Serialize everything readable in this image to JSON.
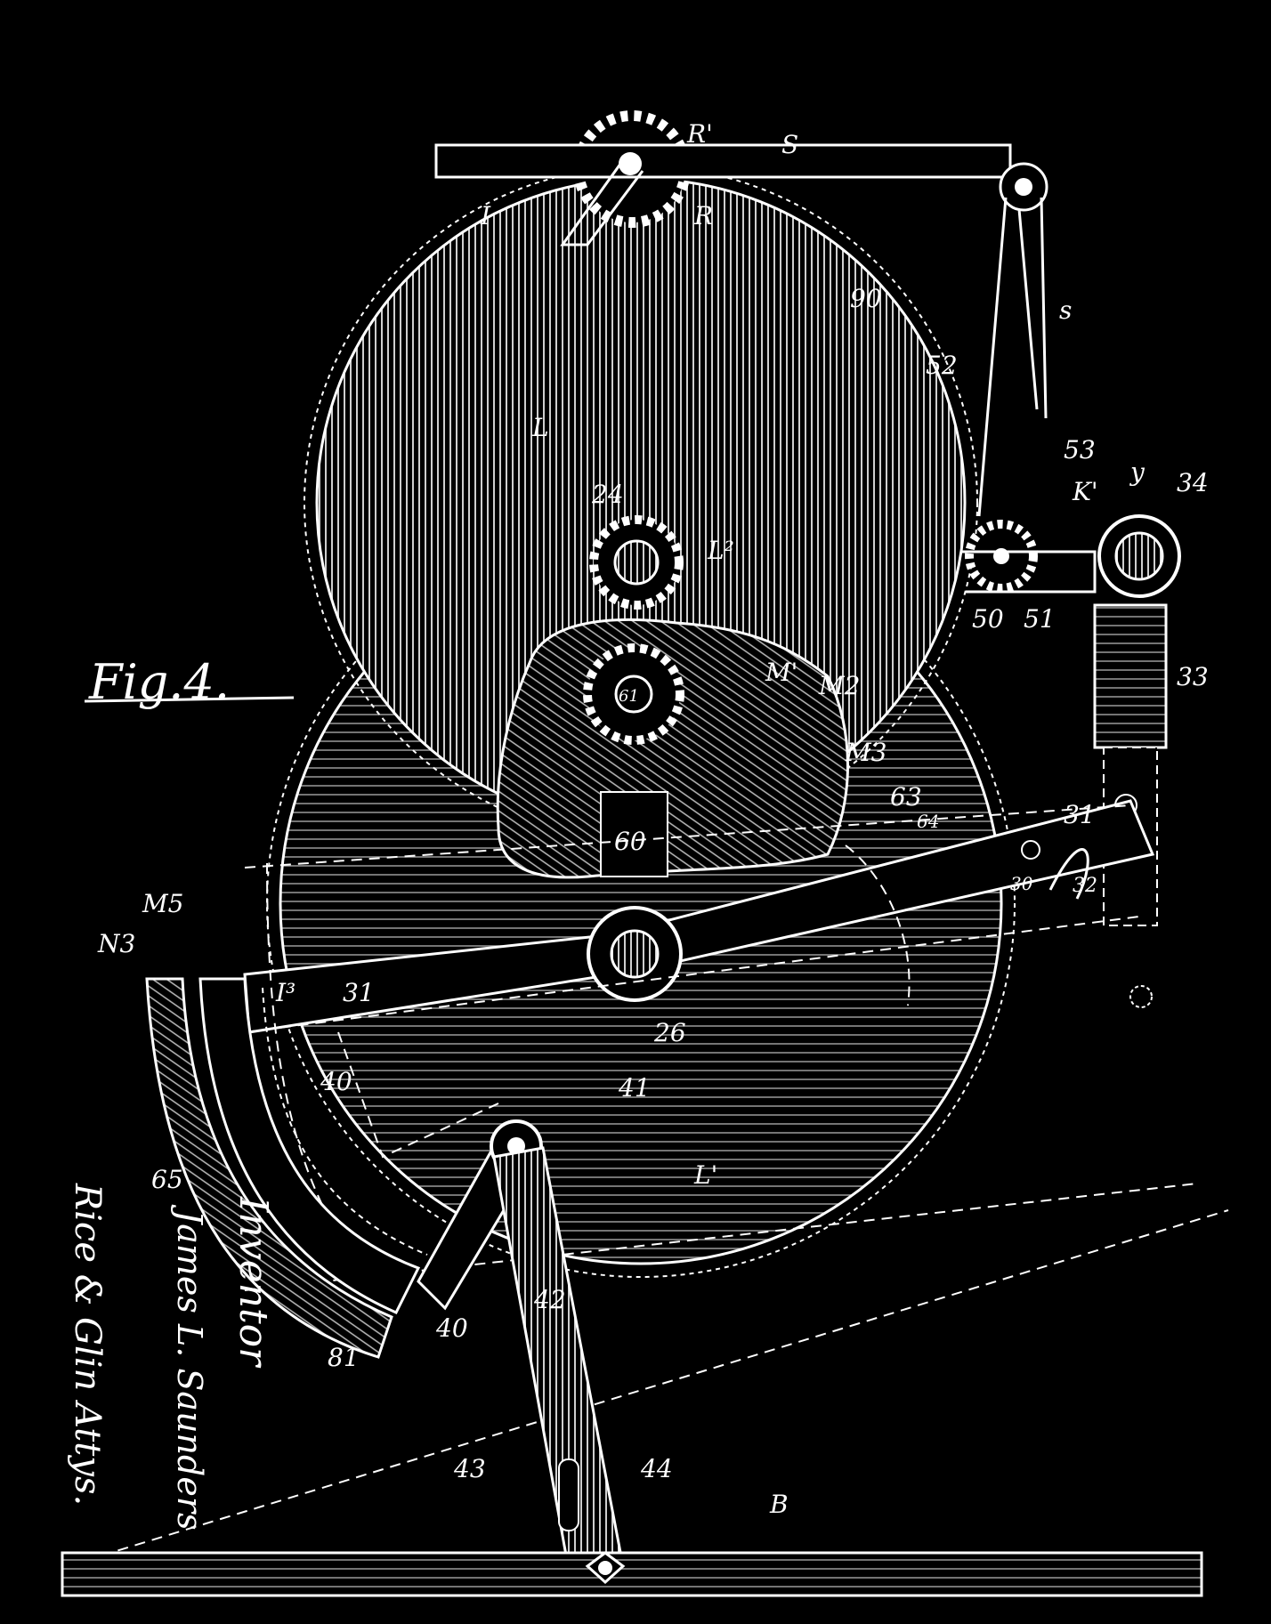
{
  "figure": {
    "title": "Fig.4."
  },
  "signature": {
    "inventor_label": "Inventor",
    "inventor_name": "James L. Saunders",
    "attorneys": "Rice & Glin Attys."
  },
  "labels": [
    {
      "id": "R1",
      "text": "R'"
    },
    {
      "id": "S",
      "text": "S"
    },
    {
      "id": "I",
      "text": "I"
    },
    {
      "id": "R",
      "text": "R"
    },
    {
      "id": "n90",
      "text": "90"
    },
    {
      "id": "n52",
      "text": "52"
    },
    {
      "id": "s",
      "text": "s"
    },
    {
      "id": "L",
      "text": "L"
    },
    {
      "id": "n24",
      "text": "24"
    },
    {
      "id": "L2",
      "text": "L²"
    },
    {
      "id": "n53",
      "text": "53"
    },
    {
      "id": "K1",
      "text": "K'"
    },
    {
      "id": "y",
      "text": "y"
    },
    {
      "id": "n34",
      "text": "34"
    },
    {
      "id": "n50",
      "text": "50"
    },
    {
      "id": "n51",
      "text": "51"
    },
    {
      "id": "n33",
      "text": "33"
    },
    {
      "id": "n61",
      "text": "61"
    },
    {
      "id": "M1",
      "text": "M'"
    },
    {
      "id": "M2",
      "text": "M2"
    },
    {
      "id": "M3",
      "text": "M3"
    },
    {
      "id": "n63",
      "text": "63"
    },
    {
      "id": "n64",
      "text": "64"
    },
    {
      "id": "n60",
      "text": "60"
    },
    {
      "id": "n31a",
      "text": "31"
    },
    {
      "id": "n30",
      "text": "30"
    },
    {
      "id": "n32",
      "text": "32"
    },
    {
      "id": "M5",
      "text": "M5"
    },
    {
      "id": "N3",
      "text": "N3"
    },
    {
      "id": "I3",
      "text": "I³"
    },
    {
      "id": "n31b",
      "text": "31"
    },
    {
      "id": "n26",
      "text": "26"
    },
    {
      "id": "n40a",
      "text": "40"
    },
    {
      "id": "n41",
      "text": "41"
    },
    {
      "id": "n65",
      "text": "65"
    },
    {
      "id": "L1",
      "text": "L'"
    },
    {
      "id": "n81",
      "text": "81"
    },
    {
      "id": "n40b",
      "text": "40"
    },
    {
      "id": "n42",
      "text": "42"
    },
    {
      "id": "n43",
      "text": "43"
    },
    {
      "id": "n44",
      "text": "44"
    },
    {
      "id": "B",
      "text": "B"
    }
  ]
}
